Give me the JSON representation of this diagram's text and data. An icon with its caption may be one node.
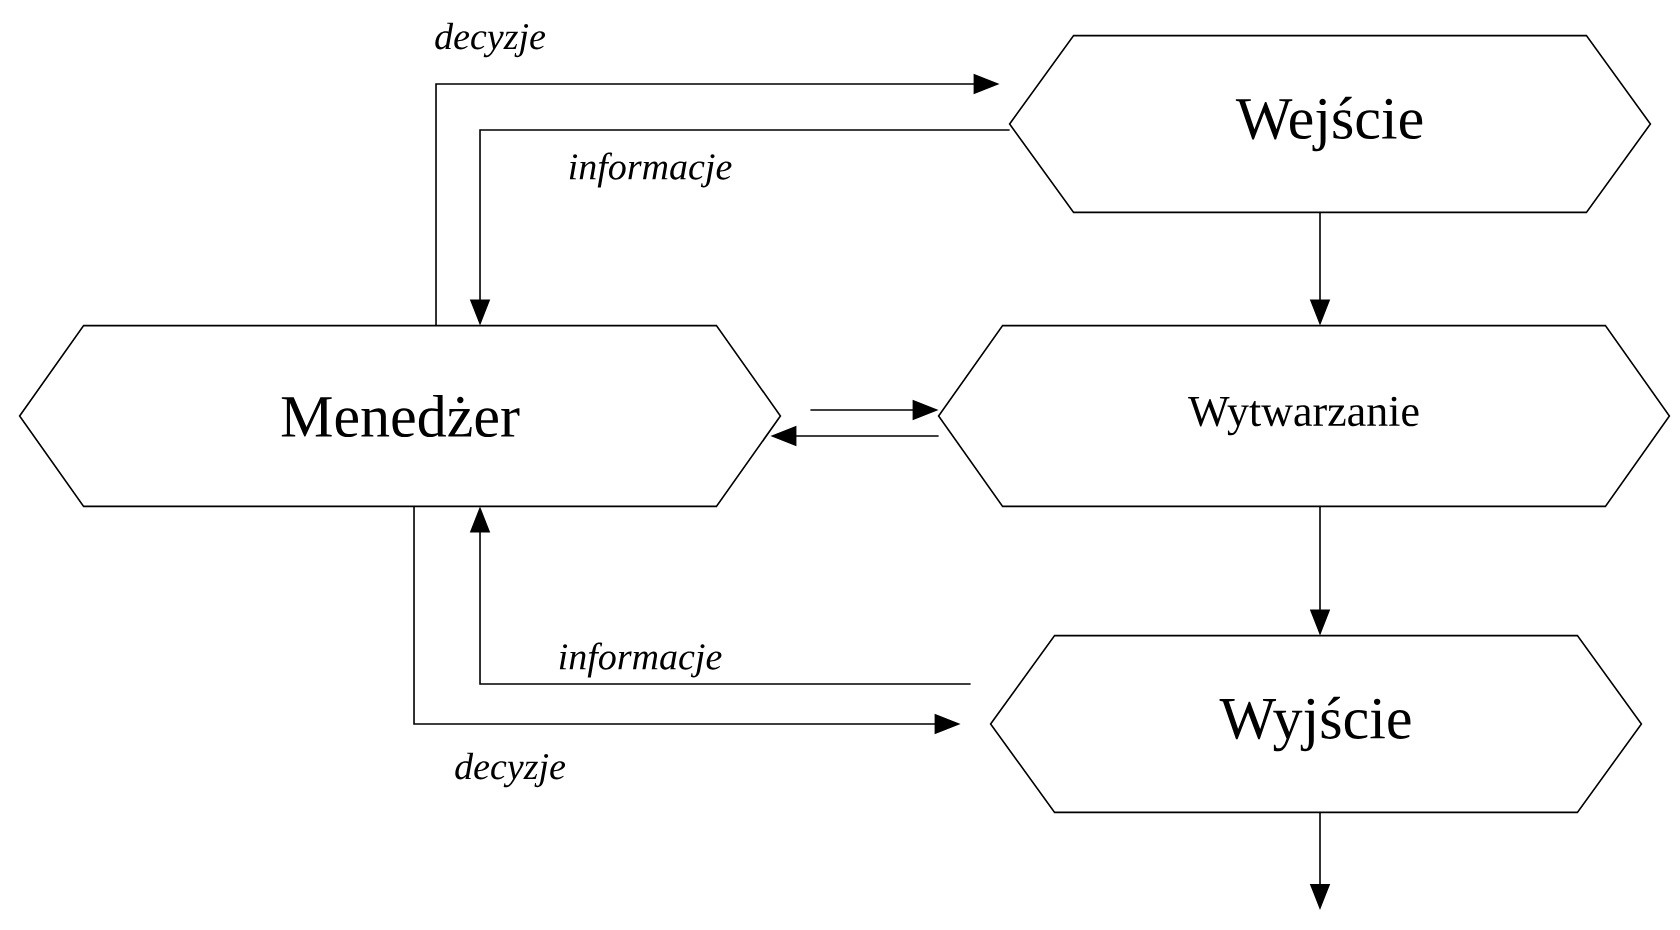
{
  "diagram": {
    "nodes": [
      {
        "text": [
          "Wejście"
        ]
      },
      {
        "text": [
          "Menedżer"
        ]
      },
      {
        "text": [
          "Wytwarzanie"
        ]
      },
      {
        "text": [
          "Wyjście"
        ]
      }
    ],
    "edges": [
      {
        "from": 1,
        "to": 0,
        "arrow": "to",
        "label": "decyzje"
      },
      {
        "from": 0,
        "to": 1,
        "arrow": "to",
        "label": "informacje"
      },
      {
        "from": 0,
        "to": 2,
        "arrow": "to"
      },
      {
        "from": 1,
        "to": 2,
        "arrow": "to"
      },
      {
        "from": 2,
        "to": 1,
        "arrow": "to"
      },
      {
        "from": 2,
        "to": 3,
        "arrow": "to"
      },
      {
        "from": 3,
        "to": 1,
        "arrow": "to",
        "label": "informacje"
      },
      {
        "from": 1,
        "to": 3,
        "arrow": "to",
        "label": "decyzje"
      },
      {
        "from": 3,
        "to": null,
        "arrow": "to"
      }
    ]
  }
}
